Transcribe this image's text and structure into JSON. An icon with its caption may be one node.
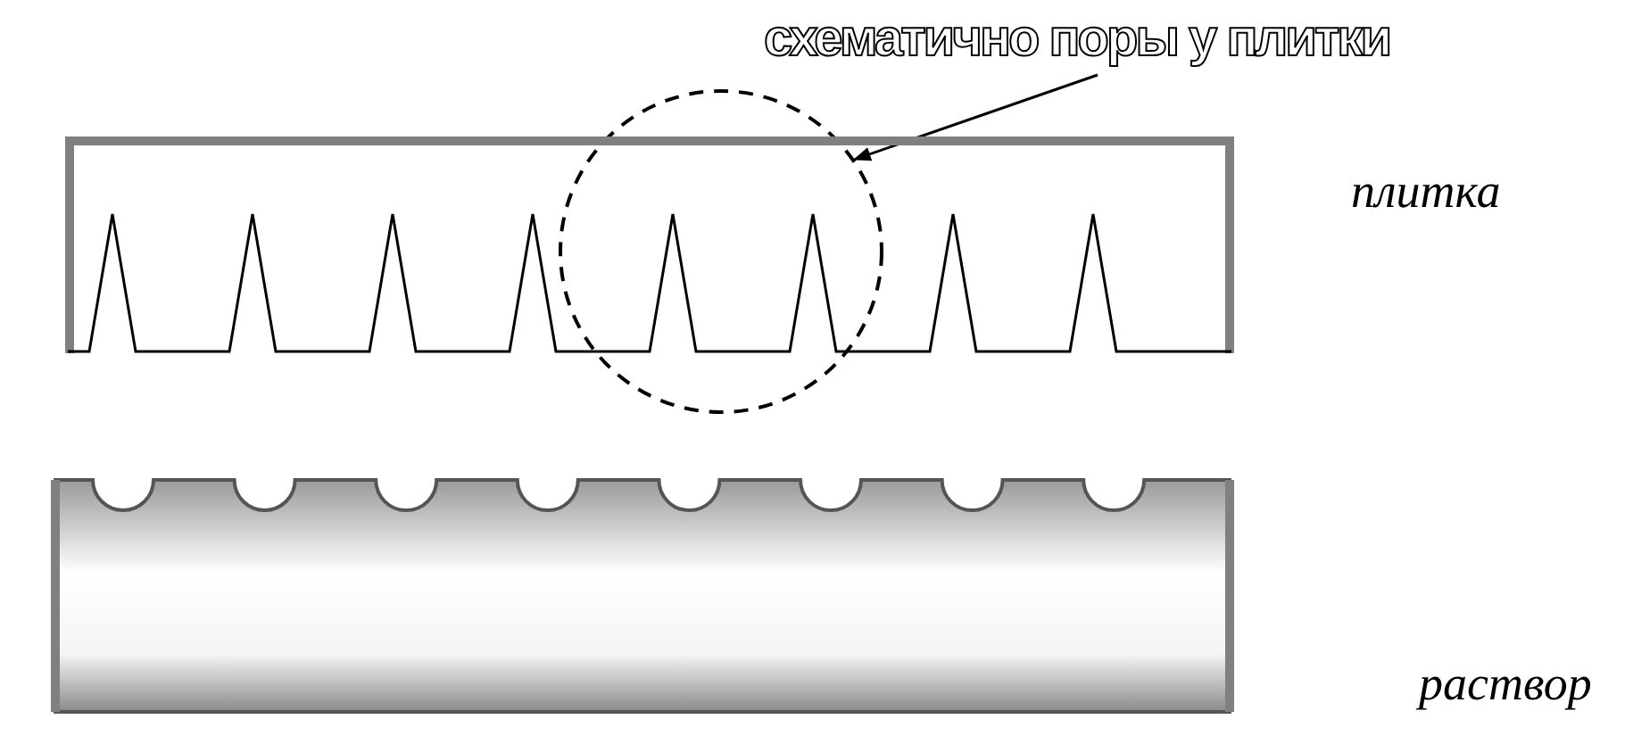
{
  "diagram": {
    "nodes": [
      {
        "text": [
          "схематично поры у плитки"
        ]
      },
      {
        "text": [],
        "shape": "circle"
      },
      {
        "text": [],
        "shape": "box",
        "beside": [
          "плитка"
        ]
      },
      {
        "text": [],
        "shape": "box",
        "beside": [
          "раствор"
        ]
      }
    ],
    "edges": [
      {
        "from": 0,
        "to": 1,
        "arrow": "to"
      }
    ]
  }
}
